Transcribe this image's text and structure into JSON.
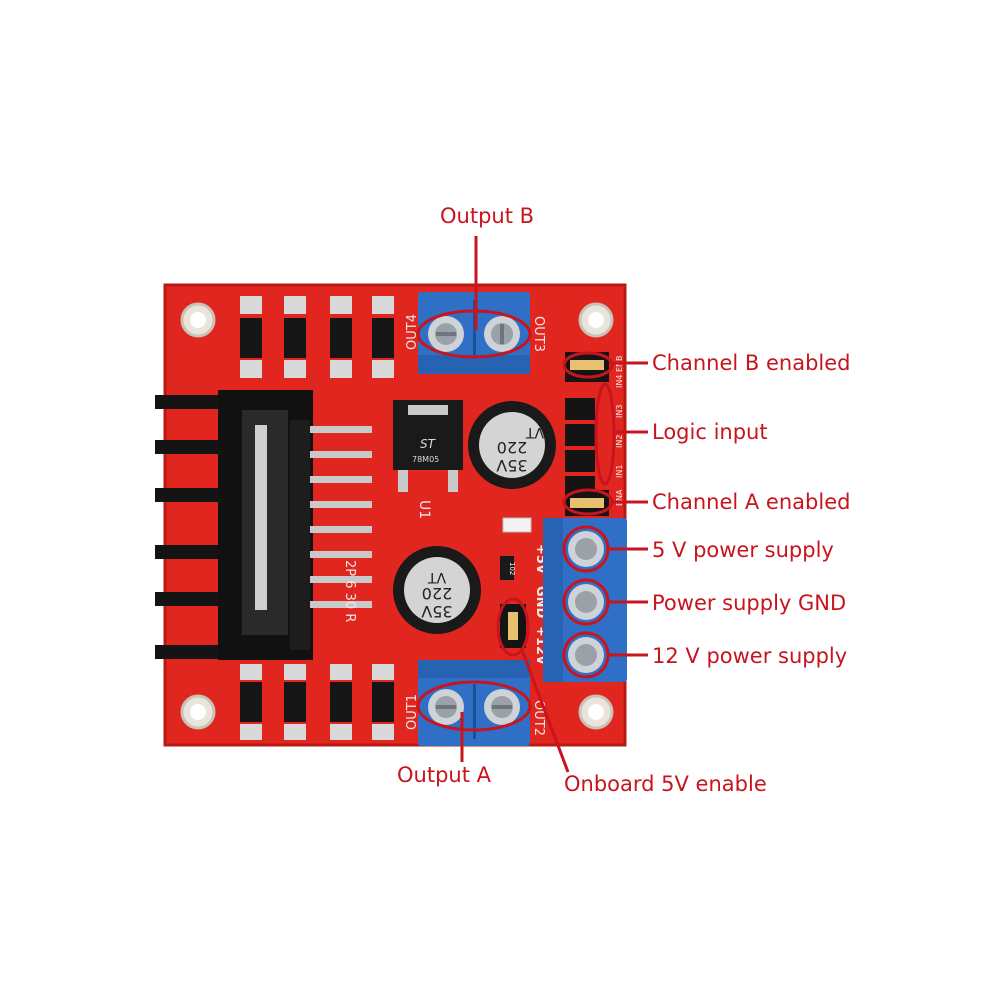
{
  "colors": {
    "board": "#e0261e",
    "board_dark": "#b81a13",
    "annotation": "#c8141c",
    "terminal_blue": "#2f6fc6",
    "heatsink": "#141414"
  },
  "labels": {
    "output_b": "Output B",
    "channel_b_enabled": "Channel B enabled",
    "logic_input": "Logic input",
    "channel_a_enabled": "Channel A enabled",
    "power_5v": "5 V power supply",
    "power_gnd": "Power supply GND",
    "power_12v": "12 V power supply",
    "output_a": "Output A",
    "onboard_5v_enable": "Onboard 5V enable"
  },
  "silkscreen": {
    "out4": "OUT4",
    "out3": "OUT3",
    "out1": "OUT1",
    "out2": "OUT2",
    "plus5v": "+5V",
    "gnd": "GND",
    "plus12v": "+12V",
    "u1": "U1",
    "in4": "IN4",
    "in3": "IN3",
    "in2": "IN2",
    "in1": "IN1",
    "ena": "ENA",
    "enb": "ENB",
    "chip_text": "2P 6 30 R",
    "resistor": "102"
  },
  "capacitors": [
    {
      "lines": [
        "VT",
        "220",
        "35V"
      ]
    },
    {
      "lines": [
        "VT",
        "220",
        "35V"
      ]
    }
  ],
  "regulator": {
    "logo": "ST",
    "text": "78M05"
  }
}
